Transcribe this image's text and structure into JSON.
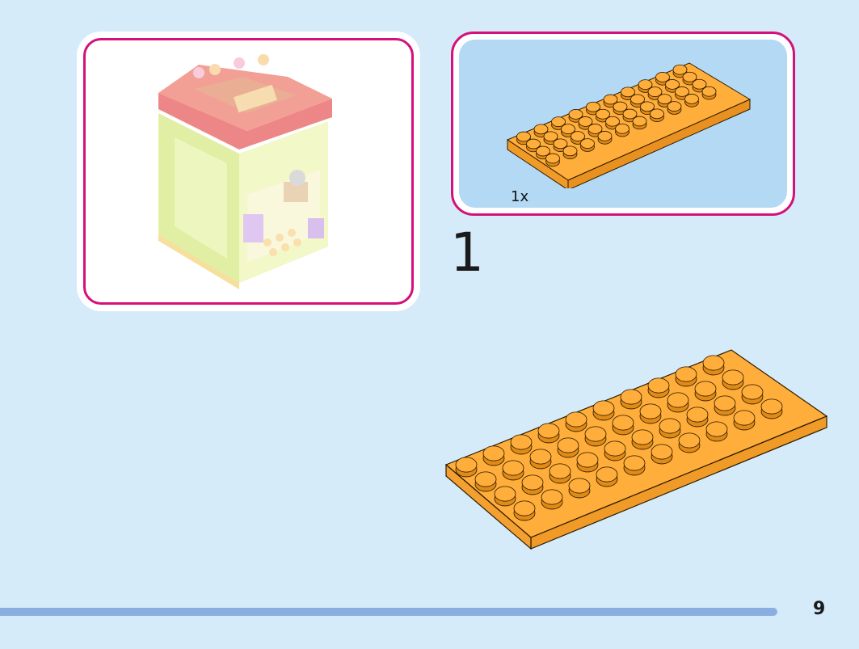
{
  "parts_list": {
    "quantity_label": "1x"
  },
  "step": {
    "number": "1"
  },
  "footer": {
    "page_number": "9"
  },
  "colors": {
    "background": "#d5ebfa",
    "panel_border": "#d4117a",
    "parts_panel_fill": "#b4d9f5",
    "brick_orange": "#ffad3b",
    "footer_bar": "#8aaedf"
  },
  "icons": {
    "preview": "finished-model-illustration",
    "parts_piece": "orange-plate-4x10-icon",
    "step_piece": "orange-plate-4x10-icon"
  }
}
